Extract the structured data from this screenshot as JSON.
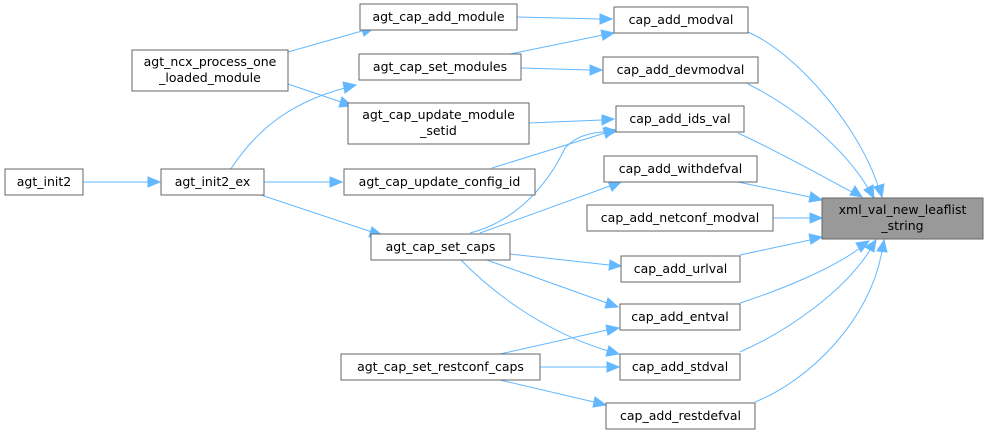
{
  "nodes": {
    "agt_init2": "agt_init2",
    "agt_init2_ex": "agt_init2_ex",
    "agt_ncx_process_one_loaded_module_l1": "agt_ncx_process_one",
    "agt_ncx_process_one_loaded_module_l2": "_loaded_module",
    "agt_cap_add_module": "agt_cap_add_module",
    "agt_cap_set_modules": "agt_cap_set_modules",
    "agt_cap_update_module_setid_l1": "agt_cap_update_module",
    "agt_cap_update_module_setid_l2": "_setid",
    "agt_cap_update_config_id": "agt_cap_update_config_id",
    "agt_cap_set_caps": "agt_cap_set_caps",
    "agt_cap_set_restconf_caps": "agt_cap_set_restconf_caps",
    "cap_add_modval": "cap_add_modval",
    "cap_add_devmodval": "cap_add_devmodval",
    "cap_add_ids_val": "cap_add_ids_val",
    "cap_add_withdefval": "cap_add_withdefval",
    "cap_add_netconf_modval": "cap_add_netconf_modval",
    "cap_add_urlval": "cap_add_urlval",
    "cap_add_entval": "cap_add_entval",
    "cap_add_stdval": "cap_add_stdval",
    "cap_add_restdefval": "cap_add_restdefval",
    "xml_val_new_leaflist_string_l1": "xml_val_new_leaflist",
    "xml_val_new_leaflist_string_l2": "_string"
  },
  "colors": {
    "edge": "#63b8ff",
    "node_border": "#666666",
    "root_fill": "#999999"
  }
}
